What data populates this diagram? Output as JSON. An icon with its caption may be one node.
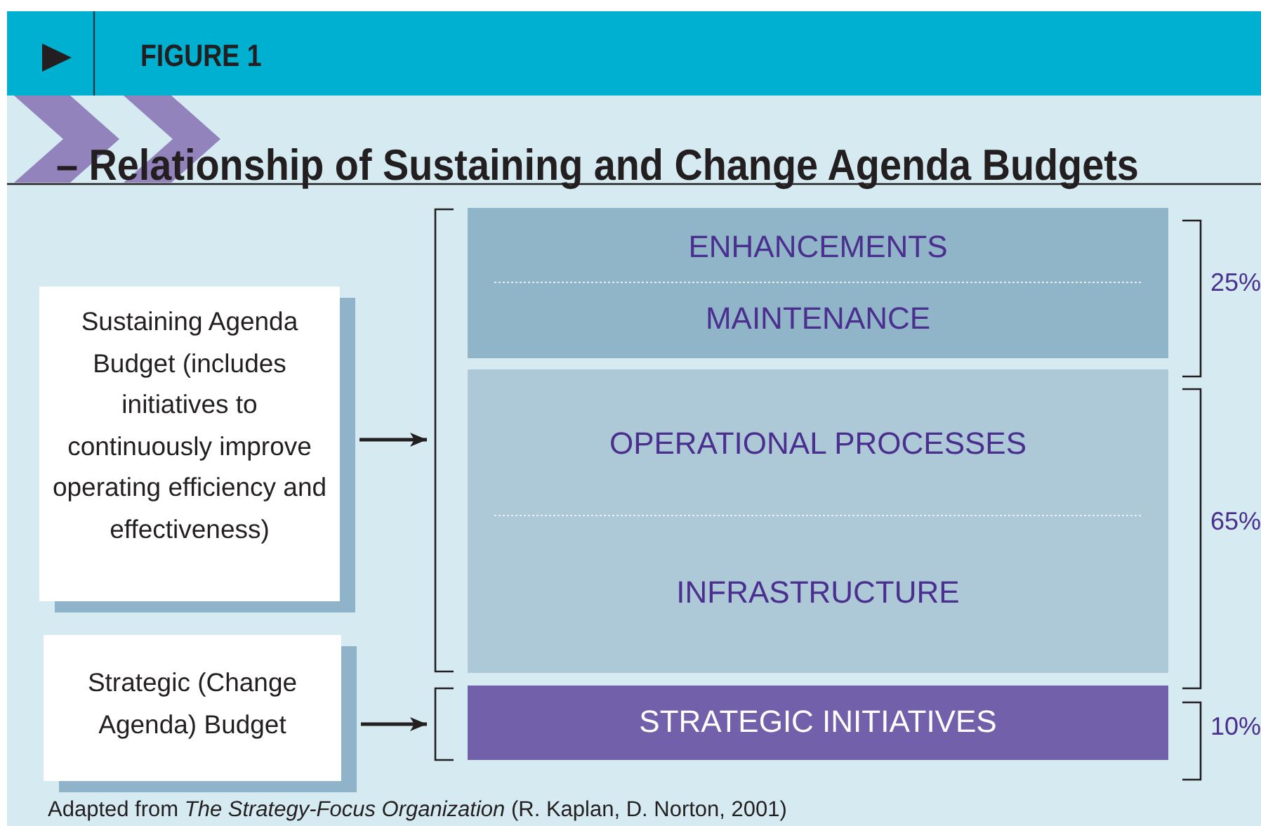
{
  "diagram": {
    "title": "– Relationship of Sustaining and Change Agenda Budgets",
    "caption": "Adapted from *The Strategy-Focus Organization* (R. Kaplan, D. Norton, 2001)",
    "nodes": [
      {
        "text": [
          "Sustaining Agenda Budget (includes initiatives to continuously improve operating efficiency and effectiveness)"
        ]
      },
      {
        "text": [
          "Strategic (Change Agenda) Budget"
        ]
      },
      {
        "text": [
          "ENHANCEMENTS",
          "MAINTENANCE"
        ],
        "beside": [
          "25%"
        ]
      },
      {
        "text": [
          "OPERATIONAL PROCESSES",
          "INFRASTRUCTURE"
        ],
        "beside": [
          "65%"
        ]
      },
      {
        "text": [
          "STRATEGIC INITIATIVES"
        ],
        "beside": [
          "10%"
        ]
      },
      {
        "text": [],
        "shape": "bracket"
      },
      {
        "text": [],
        "shape": "bracket"
      }
    ],
    "edges": [
      {
        "from": 0,
        "to": 5,
        "arrow": "to"
      },
      {
        "from": 1,
        "to": 6,
        "arrow": "to"
      }
    ],
    "labels": [
      "FIGURE 1"
    ]
  }
}
